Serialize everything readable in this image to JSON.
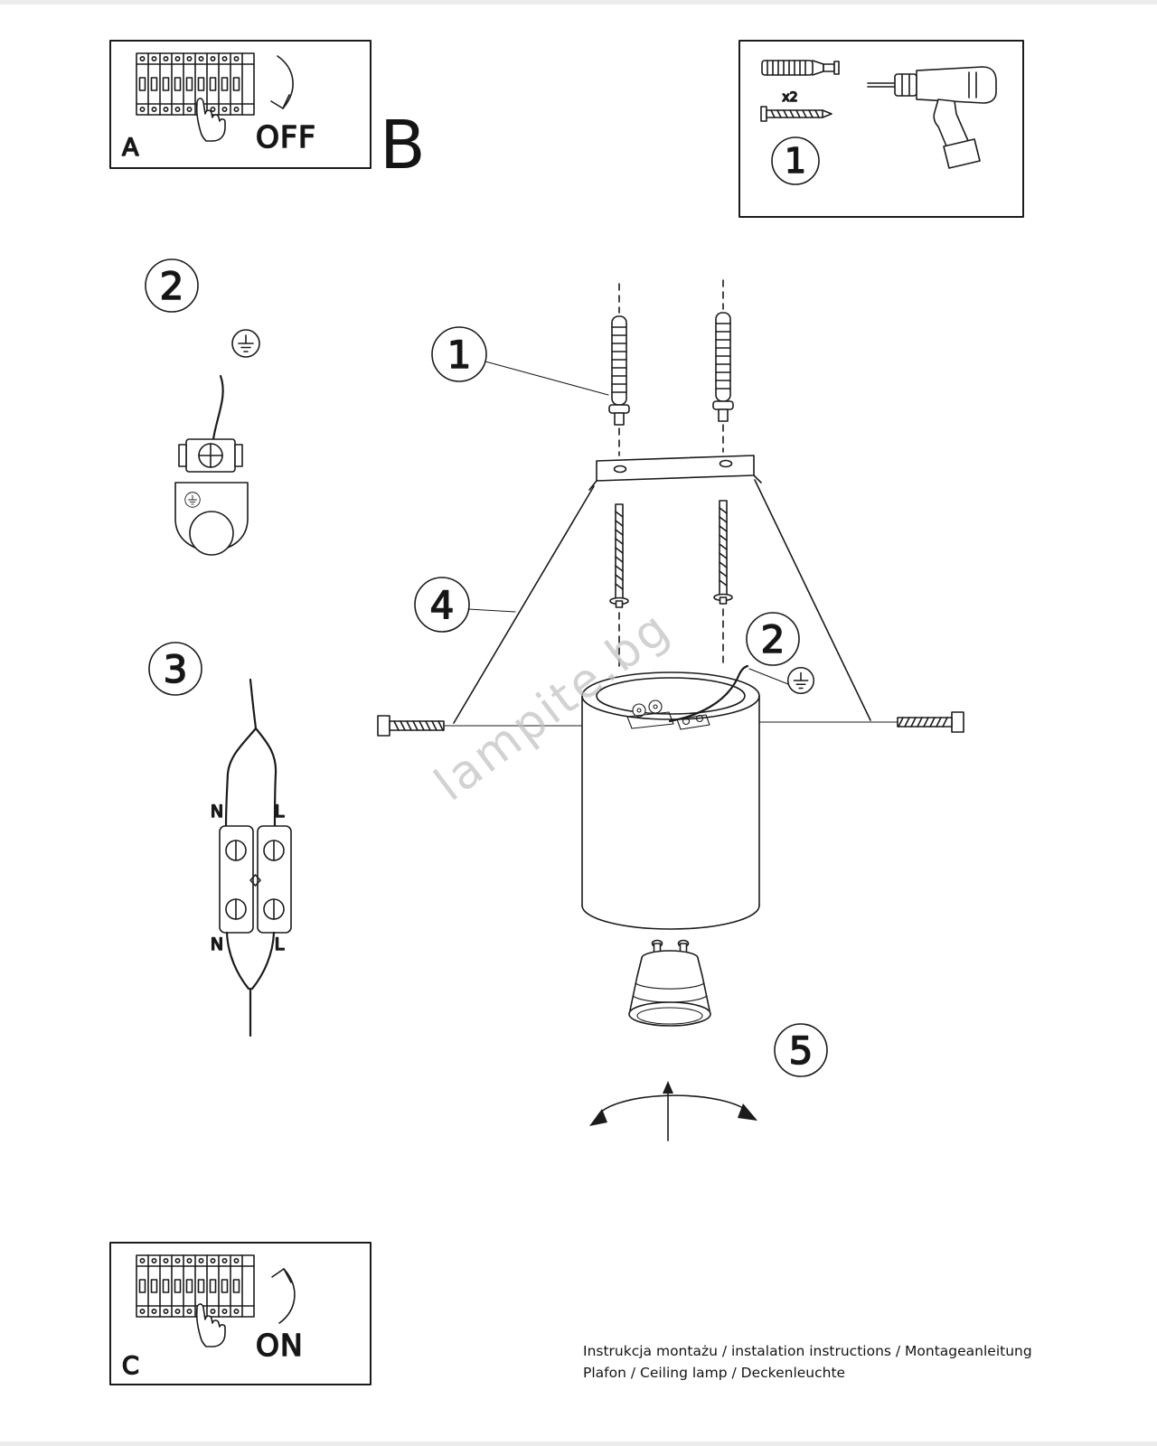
{
  "panel_a": {
    "label": "A",
    "state": "OFF"
  },
  "section_b": {
    "label": "B"
  },
  "panel_c": {
    "label": "C",
    "state": "ON"
  },
  "parts_box": {
    "quantity": "x2"
  },
  "steps": {
    "one": "1",
    "two": "2",
    "three": "3",
    "four": "4",
    "five": "5"
  },
  "wiring": {
    "neutral": "N",
    "live": "L"
  },
  "watermark": {
    "text": "lampite.bg"
  },
  "footer": {
    "line1": "Instrukcja montażu / instalation instructions / Montageanleitung",
    "line2": "Plafon / Ceiling lamp / Deckenleuchte"
  }
}
